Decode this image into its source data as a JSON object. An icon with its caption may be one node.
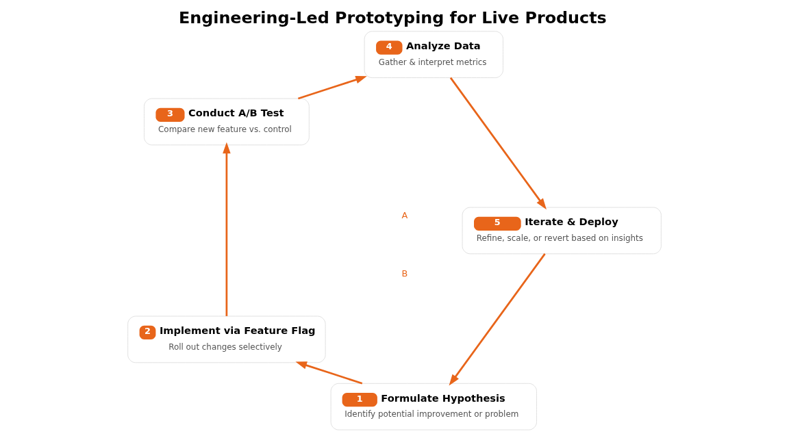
{
  "diagram": {
    "title": "Engineering-Led Prototyping for Live Products",
    "nodes": [
      {
        "text": [
          "1",
          "Formulate Hypothesis",
          "Identify potential improvement or problem"
        ]
      },
      {
        "text": [
          "2",
          "Implement via Feature Flag",
          "Roll out changes selectively"
        ]
      },
      {
        "text": [
          "3",
          "Conduct A/B Test",
          "Compare new feature vs. control"
        ]
      },
      {
        "text": [
          "4",
          "Analyze Data",
          "Gather & interpret metrics"
        ]
      },
      {
        "text": [
          "5",
          "Iterate & Deploy",
          "Refine, scale, or revert based on insights"
        ]
      }
    ],
    "edges": [
      {
        "from": 0,
        "to": 1,
        "arrow": "to",
        "color": "#e8651a"
      },
      {
        "from": 1,
        "to": 2,
        "arrow": "to",
        "color": "#e8651a"
      },
      {
        "from": 2,
        "to": 3,
        "arrow": "to",
        "color": "#e8651a"
      },
      {
        "from": 3,
        "to": 4,
        "arrow": "to",
        "color": "#e8651a"
      },
      {
        "from": 4,
        "to": 0,
        "arrow": "to",
        "color": "#e8651a"
      }
    ],
    "labels": [
      "A",
      "B"
    ]
  }
}
